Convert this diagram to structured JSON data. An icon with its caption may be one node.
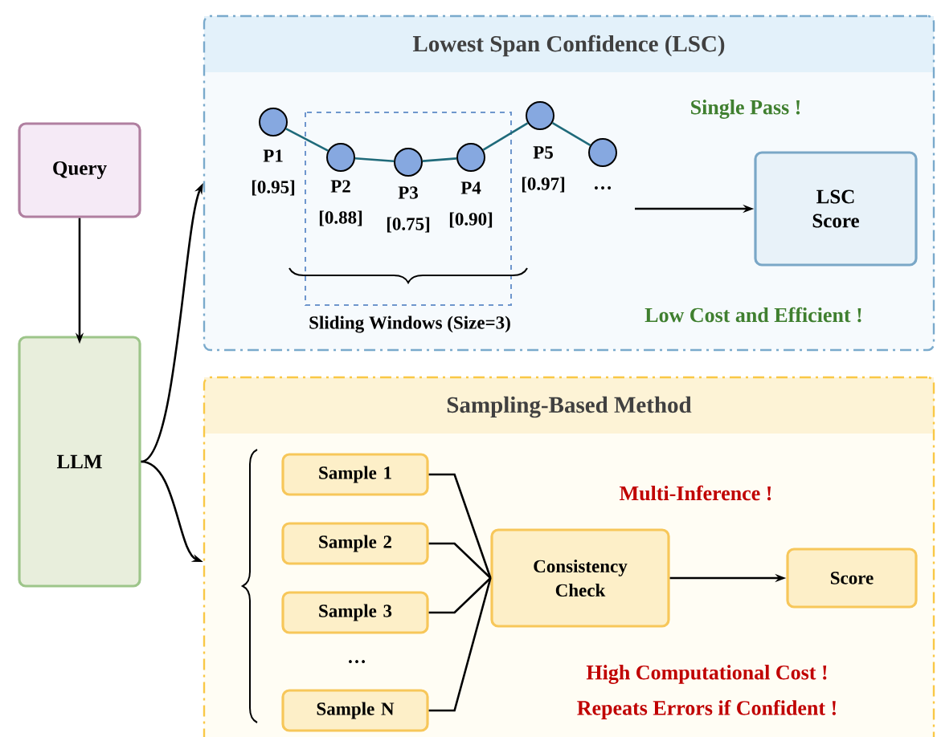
{
  "diagram": {
    "nodes": [
      {
        "text": [
          "Query"
        ]
      },
      {
        "text": [
          "LLM"
        ]
      },
      {
        "text": [
          "Lowest Span Confidence (LSC)"
        ]
      },
      {
        "text": [
          "P1",
          "[0.95]"
        ],
        "in": 2
      },
      {
        "text": [
          "P2",
          "[0.88]"
        ],
        "in": 2
      },
      {
        "text": [
          "P3",
          "[0.75]"
        ],
        "in": 2
      },
      {
        "text": [
          "P4",
          "[0.90]"
        ],
        "in": 2
      },
      {
        "text": [
          "P5",
          "[0.97]"
        ],
        "in": 2
      },
      {
        "text": [],
        "shape": "circle",
        "in": 2
      },
      {
        "text": [
          "LSC Score"
        ],
        "in": 2
      },
      {
        "text": [
          "Sampling-Based Method"
        ]
      },
      {
        "text": [
          "Sample 1"
        ],
        "in": 10
      },
      {
        "text": [
          "Sample 2"
        ],
        "in": 10
      },
      {
        "text": [
          "Sample 3"
        ],
        "in": 10
      },
      {
        "text": [
          "Sample N"
        ],
        "in": 10
      },
      {
        "text": [
          "Consistency Check"
        ],
        "in": 10
      },
      {
        "text": [
          "Score"
        ],
        "in": 10
      }
    ],
    "edges": [
      {
        "from": 0,
        "to": 1,
        "arrow": "to"
      },
      {
        "from": 1,
        "to": 2,
        "arrow": "to"
      },
      {
        "from": 1,
        "to": 10,
        "arrow": "to"
      },
      {
        "from": 3,
        "to": 4,
        "arrow": "none",
        "color": "#1f6a7a"
      },
      {
        "from": 4,
        "to": 5,
        "arrow": "none",
        "color": "#1f6a7a"
      },
      {
        "from": 5,
        "to": 6,
        "arrow": "none",
        "color": "#1f6a7a"
      },
      {
        "from": 6,
        "to": 7,
        "arrow": "none",
        "color": "#1f6a7a"
      },
      {
        "from": 7,
        "to": 8,
        "arrow": "none",
        "color": "#1f6a7a"
      },
      {
        "from": null,
        "to": 9,
        "arrow": "to"
      },
      {
        "from": 11,
        "to": 15,
        "arrow": "none"
      },
      {
        "from": 12,
        "to": 15,
        "arrow": "none"
      },
      {
        "from": 13,
        "to": 15,
        "arrow": "none"
      },
      {
        "from": 14,
        "to": 15,
        "arrow": "none"
      },
      {
        "from": 15,
        "to": 16,
        "arrow": "to"
      }
    ],
    "labels": [
      "…",
      "Sliding Windows (Size=3)",
      "Single Pass !",
      "Low Cost and Efficient !",
      "…",
      "Multi-Inference !",
      "High Computational Cost !",
      "Repeats Errors if Confident !"
    ]
  }
}
